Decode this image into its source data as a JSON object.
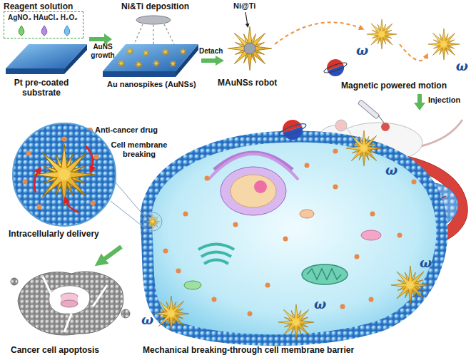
{
  "diagram": {
    "nodes": [
      {
        "text": [
          "Reagent solution",
          "AgNO₃ HAuCl₄ H₂O₂"
        ]
      }
    ],
    "labels": [
      "AuNS growth",
      "Ni&Ti deposition",
      "Detach",
      "Ni@Ti",
      "Pt pre-coated substrate",
      "Au nanospikes (AuNSs)",
      "MAuNSs robot",
      "ω",
      "ω",
      "Magnetic powered motion",
      "Injection",
      "Anti-cancer drug",
      "Cell membrane breaking",
      "Intracellularly delivery",
      "ω",
      "ω",
      "ω",
      "ω",
      "Cancer cell apoptosis",
      "Mechanical breaking-through cell membrane barrier"
    ]
  }
}
